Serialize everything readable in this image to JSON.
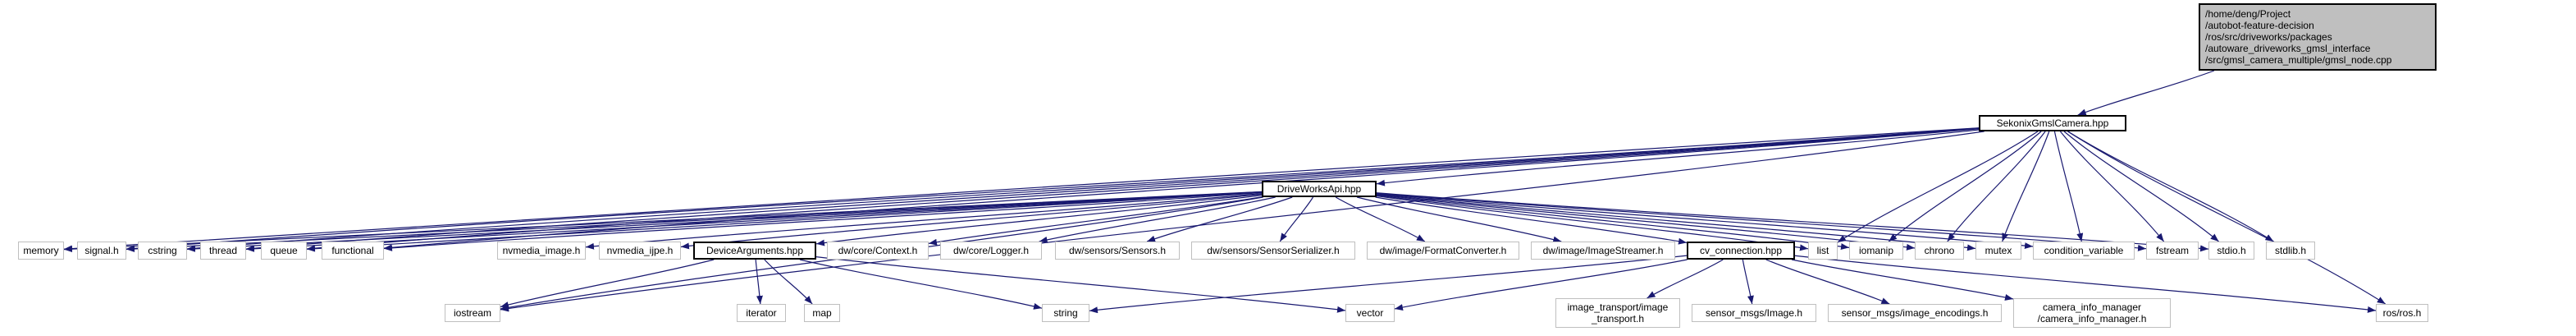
{
  "graph": {
    "root": {
      "lines": [
        "/home/deng/Project",
        "/autobot-feature-decision",
        "/ros/src/driveworks/packages",
        "/autoware_driveworks_gmsl_interface",
        "/src/gmsl_camera_multiple/gmsl_node.cpp"
      ]
    },
    "nodes": {
      "sekonix": "SekonixGmslCamera.hpp",
      "driveworks": "DriveWorksApi.hpp",
      "memory": "memory",
      "signal": "signal.h",
      "cstring": "cstring",
      "thread": "thread",
      "queue": "queue",
      "functional": "functional",
      "iostream": "iostream",
      "nvmedia_image": "nvmedia_image.h",
      "nvmedia_ijpe": "nvmedia_ijpe.h",
      "devargs": "DeviceArguments.hpp",
      "dw_context": "dw/core/Context.h",
      "dw_logger": "dw/core/Logger.h",
      "dw_sensors": "dw/sensors/Sensors.h",
      "dw_serializer": "dw/sensors/SensorSerializer.h",
      "dw_format": "dw/image/FormatConverter.h",
      "dw_streamer": "dw/image/ImageStreamer.h",
      "cv_connection": "cv_connection.hpp",
      "list": "list",
      "iomanip": "iomanip",
      "chrono": "chrono",
      "mutex": "mutex",
      "condvar": "condition_variable",
      "fstream": "fstream",
      "stdio": "stdio.h",
      "stdlib": "stdlib.h",
      "ros": "ros/ros.h",
      "iterator": "iterator",
      "map": "map",
      "string": "string",
      "vector": "vector",
      "image_transport": [
        "image_transport/image",
        "_transport.h"
      ],
      "sensor_image": "sensor_msgs/Image.h",
      "sensor_enc": "sensor_msgs/image_encodings.h",
      "camera_info": [
        "camera_info_manager",
        "/camera_info_manager.h"
      ]
    },
    "edges": [
      [
        "root",
        "sekonix"
      ],
      [
        "sekonix",
        "driveworks"
      ],
      [
        "sekonix",
        "memory"
      ],
      [
        "sekonix",
        "signal"
      ],
      [
        "sekonix",
        "cstring"
      ],
      [
        "sekonix",
        "thread"
      ],
      [
        "sekonix",
        "queue"
      ],
      [
        "sekonix",
        "functional"
      ],
      [
        "sekonix",
        "iostream"
      ],
      [
        "sekonix",
        "list"
      ],
      [
        "sekonix",
        "iomanip"
      ],
      [
        "sekonix",
        "chrono"
      ],
      [
        "sekonix",
        "mutex"
      ],
      [
        "sekonix",
        "condvar"
      ],
      [
        "sekonix",
        "fstream"
      ],
      [
        "sekonix",
        "stdio"
      ],
      [
        "sekonix",
        "stdlib"
      ],
      [
        "sekonix",
        "ros"
      ],
      [
        "driveworks",
        "memory"
      ],
      [
        "driveworks",
        "signal"
      ],
      [
        "driveworks",
        "cstring"
      ],
      [
        "driveworks",
        "thread"
      ],
      [
        "driveworks",
        "queue"
      ],
      [
        "driveworks",
        "functional"
      ],
      [
        "driveworks",
        "iostream"
      ],
      [
        "driveworks",
        "nvmedia_image"
      ],
      [
        "driveworks",
        "nvmedia_ijpe"
      ],
      [
        "driveworks",
        "devargs"
      ],
      [
        "driveworks",
        "dw_context"
      ],
      [
        "driveworks",
        "dw_logger"
      ],
      [
        "driveworks",
        "dw_sensors"
      ],
      [
        "driveworks",
        "dw_serializer"
      ],
      [
        "driveworks",
        "dw_format"
      ],
      [
        "driveworks",
        "dw_streamer"
      ],
      [
        "driveworks",
        "cv_connection"
      ],
      [
        "driveworks",
        "list"
      ],
      [
        "driveworks",
        "iomanip"
      ],
      [
        "driveworks",
        "chrono"
      ],
      [
        "driveworks",
        "mutex"
      ],
      [
        "driveworks",
        "condvar"
      ],
      [
        "driveworks",
        "fstream"
      ],
      [
        "driveworks",
        "stdio"
      ],
      [
        "devargs",
        "iostream"
      ],
      [
        "devargs",
        "iterator"
      ],
      [
        "devargs",
        "map"
      ],
      [
        "devargs",
        "string"
      ],
      [
        "devargs",
        "vector"
      ],
      [
        "cv_connection",
        "string"
      ],
      [
        "cv_connection",
        "vector"
      ],
      [
        "cv_connection",
        "image_transport"
      ],
      [
        "cv_connection",
        "sensor_image"
      ],
      [
        "cv_connection",
        "sensor_enc"
      ],
      [
        "cv_connection",
        "camera_info"
      ],
      [
        "cv_connection",
        "ros"
      ]
    ]
  }
}
